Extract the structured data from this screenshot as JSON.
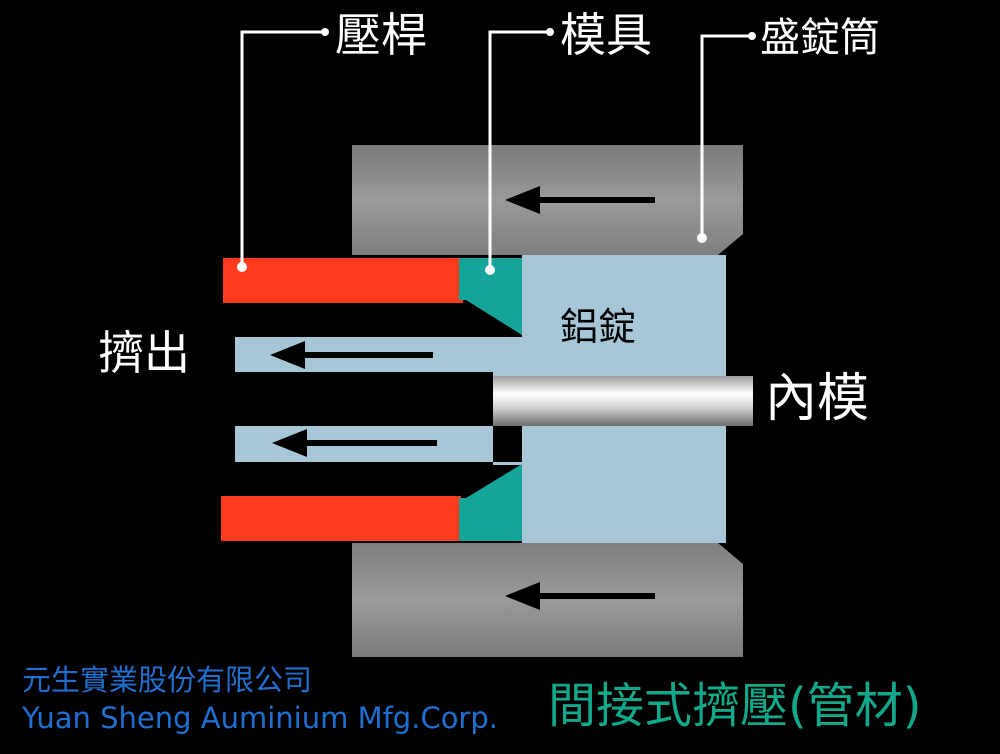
{
  "labels": {
    "ram": "壓桿",
    "die": "模具",
    "container": "盛錠筒",
    "billet": "鋁錠",
    "extrude": "擠出",
    "mandrel": "內模"
  },
  "company": {
    "name_zh": "元生實業股份有限公司",
    "name_en": "Yuan Sheng Auminium Mfg.Corp."
  },
  "caption": "間接式擠壓(管材)",
  "colors": {
    "background": "#000000",
    "container": "#8d8d8f",
    "billet": "#a7c7d8",
    "ram": "#ff3b1d",
    "die": "#14a49a",
    "company_text": "#1f6fd0",
    "caption_text": "#12a88a",
    "arrow": "#000000",
    "leader": "#ffffff"
  }
}
